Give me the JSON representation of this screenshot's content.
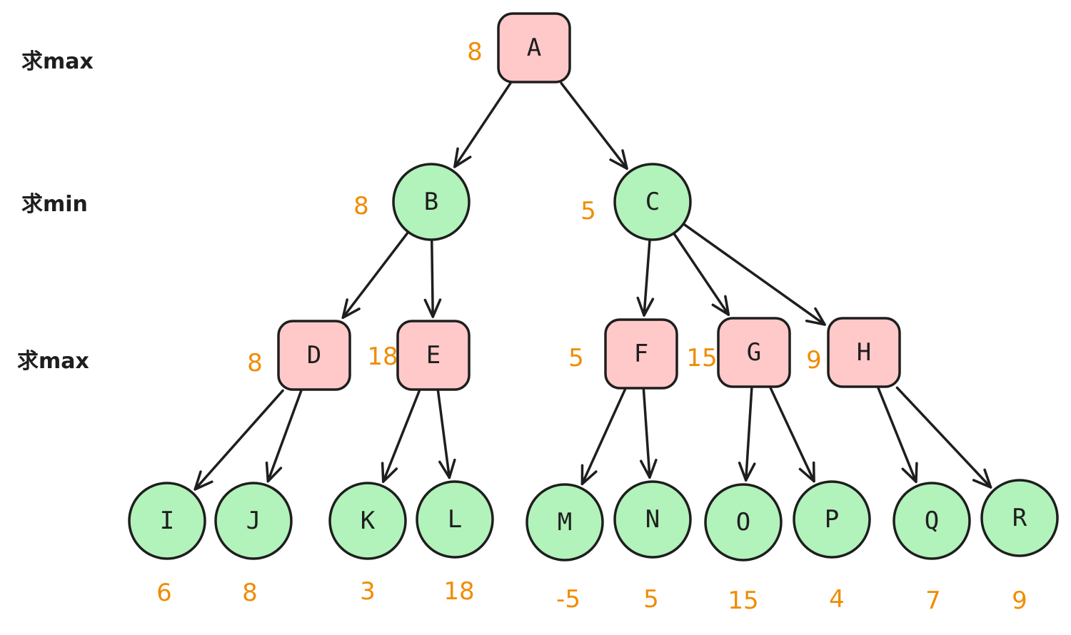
{
  "levels": [
    {
      "label": "求max"
    },
    {
      "label": "求min"
    },
    {
      "label": "求max"
    }
  ],
  "colors": {
    "max_node_fill": "#ffc9c9",
    "min_node_fill": "#b2f2bb",
    "stroke": "#1e1e1e",
    "value_text": "#f08c00"
  },
  "nodes": [
    {
      "id": "A",
      "label": "A",
      "value": "8",
      "kind": "max"
    },
    {
      "id": "B",
      "label": "B",
      "value": "8",
      "kind": "min"
    },
    {
      "id": "C",
      "label": "C",
      "value": "5",
      "kind": "min"
    },
    {
      "id": "D",
      "label": "D",
      "value": "8",
      "kind": "max"
    },
    {
      "id": "E",
      "label": "E",
      "value": "18",
      "kind": "max"
    },
    {
      "id": "F",
      "label": "F",
      "value": "5",
      "kind": "max"
    },
    {
      "id": "G",
      "label": "G",
      "value": "15",
      "kind": "max"
    },
    {
      "id": "H",
      "label": "H",
      "value": "9",
      "kind": "max"
    },
    {
      "id": "I",
      "label": "I",
      "value": "6",
      "kind": "leaf"
    },
    {
      "id": "J",
      "label": "J",
      "value": "8",
      "kind": "leaf"
    },
    {
      "id": "K",
      "label": "K",
      "value": "3",
      "kind": "leaf"
    },
    {
      "id": "L",
      "label": "L",
      "value": "18",
      "kind": "leaf"
    },
    {
      "id": "M",
      "label": "M",
      "value": "-5",
      "kind": "leaf"
    },
    {
      "id": "N",
      "label": "N",
      "value": "5",
      "kind": "leaf"
    },
    {
      "id": "O",
      "label": "O",
      "value": "15",
      "kind": "leaf"
    },
    {
      "id": "P",
      "label": "P",
      "value": "4",
      "kind": "leaf"
    },
    {
      "id": "Q",
      "label": "Q",
      "value": "7",
      "kind": "leaf"
    },
    {
      "id": "R",
      "label": "R",
      "value": "9",
      "kind": "leaf"
    }
  ],
  "edges": [
    {
      "from": "A",
      "to": "B"
    },
    {
      "from": "A",
      "to": "C"
    },
    {
      "from": "B",
      "to": "D"
    },
    {
      "from": "B",
      "to": "E"
    },
    {
      "from": "C",
      "to": "F"
    },
    {
      "from": "C",
      "to": "G"
    },
    {
      "from": "C",
      "to": "H"
    },
    {
      "from": "D",
      "to": "I"
    },
    {
      "from": "D",
      "to": "J"
    },
    {
      "from": "E",
      "to": "K"
    },
    {
      "from": "E",
      "to": "L"
    },
    {
      "from": "F",
      "to": "M"
    },
    {
      "from": "F",
      "to": "N"
    },
    {
      "from": "G",
      "to": "O"
    },
    {
      "from": "G",
      "to": "P"
    },
    {
      "from": "H",
      "to": "Q"
    },
    {
      "from": "H",
      "to": "R"
    }
  ]
}
